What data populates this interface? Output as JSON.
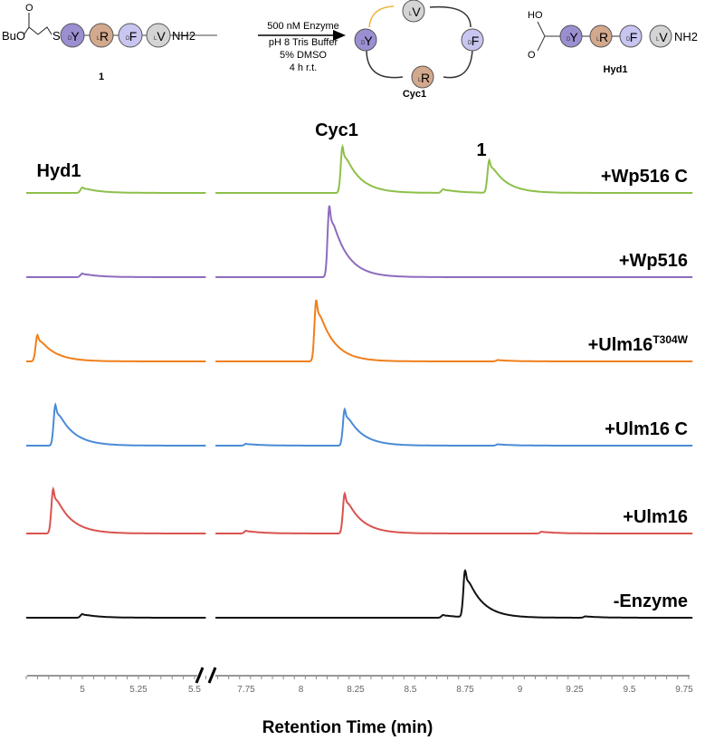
{
  "scheme": {
    "reactant_label": "1",
    "reactant_prefix": "BuO",
    "reactant_s": "S",
    "nh2": "NH2",
    "residues": [
      {
        "d": "D",
        "aa": "Y",
        "color": "#9b8fd1"
      },
      {
        "d": "L",
        "aa": "R",
        "color": "#d3a98d"
      },
      {
        "d": "D",
        "aa": "F",
        "color": "#c8c6f0"
      },
      {
        "d": "L",
        "aa": "V",
        "color": "#d4d4d4"
      }
    ],
    "conditions": [
      "500 nM Enzyme",
      "pH 8 Tris Buffer",
      "5% DMSO",
      "4 h r.t."
    ],
    "product_label": "Cyc1",
    "hydrolysis_label": "Hyd1",
    "ho": "HO",
    "o": "O"
  },
  "chart_data": {
    "type": "line",
    "xlabel": "Retention Time (min)",
    "axis_break": [
      5.55,
      7.65
    ],
    "xlim_segments": [
      [
        4.75,
        5.55
      ],
      [
        7.61,
        9.79
      ]
    ],
    "tick_labels": [
      "5",
      "5.25",
      "5.5",
      "7.75",
      "8",
      "8.25",
      "8.5",
      "8.75",
      "9",
      "9.25",
      "9.5",
      "9.75"
    ],
    "ticks": [
      5,
      5.25,
      5.5,
      7.75,
      8,
      8.25,
      8.5,
      8.75,
      9,
      9.25,
      9.5,
      9.75
    ],
    "peak_labels": [
      {
        "text": "Hyd1",
        "x": 4.95
      },
      {
        "text": "Cyc1",
        "x": 8.17
      },
      {
        "text": "1",
        "x": 8.85
      }
    ],
    "series": [
      {
        "name": "+Wp516 C",
        "color": "#8dc04a",
        "peaks": [
          [
            5.0,
            6
          ],
          [
            8.19,
            51
          ],
          [
            8.65,
            4
          ],
          [
            8.86,
            36
          ]
        ]
      },
      {
        "name": "+Wp516",
        "color": "#8e6bbf",
        "peaks": [
          [
            5.0,
            4
          ],
          [
            8.13,
            79
          ]
        ]
      },
      {
        "name": "+Ulm16",
        "sup": "T304W",
        "color": "#f07f1b",
        "peaks": [
          [
            4.8,
            29
          ],
          [
            8.07,
            68
          ],
          [
            8.9,
            1.5
          ]
        ]
      },
      {
        "name": "+Ulm16 C",
        "color": "#4a8bd6",
        "peaks": [
          [
            4.88,
            45
          ],
          [
            7.75,
            2
          ],
          [
            8.2,
            40
          ],
          [
            8.9,
            1.5
          ]
        ]
      },
      {
        "name": "+Ulm16",
        "color": "#d9534f",
        "peaks": [
          [
            4.87,
            49
          ],
          [
            7.75,
            3
          ],
          [
            8.2,
            44
          ],
          [
            9.1,
            2
          ]
        ]
      },
      {
        "name": "-Enzyme",
        "color": "#111111",
        "peaks": [
          [
            5.0,
            4
          ],
          [
            8.65,
            3
          ],
          [
            8.75,
            52
          ],
          [
            9.3,
            1.5
          ]
        ]
      }
    ]
  }
}
